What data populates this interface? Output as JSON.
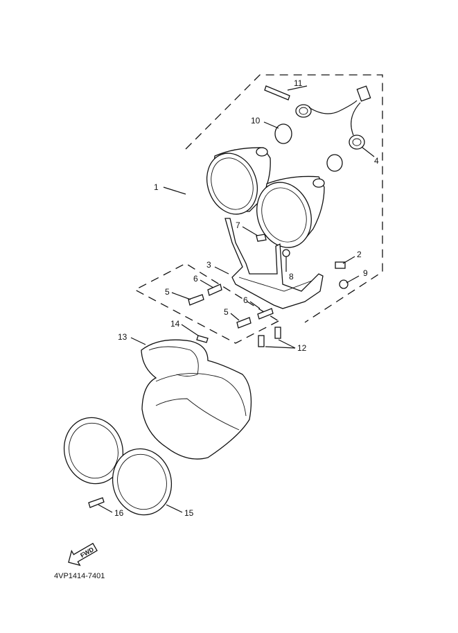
{
  "callouts": {
    "c1": "1",
    "c2": "2",
    "c3": "3",
    "c4": "4",
    "c5a": "5",
    "c5b": "5",
    "c6a": "6",
    "c6b": "6",
    "c7": "7",
    "c8": "8",
    "c9": "9",
    "c10": "10",
    "c11": "11",
    "c12": "12",
    "c13": "13",
    "c14": "14",
    "c15": "15",
    "c16": "16"
  },
  "fwd_label": "FWD",
  "diagram_code": "4VP1414-7401"
}
